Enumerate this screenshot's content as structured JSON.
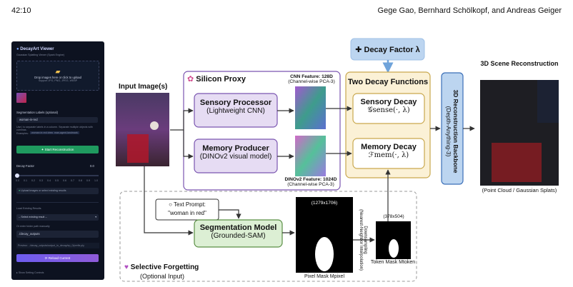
{
  "header": {
    "page_number": "42:10",
    "authors": "Gege Gao, Bernhard Schölkopf, and Andreas Geiger"
  },
  "app": {
    "title": "DecayArt Viewer",
    "subtitle": "Gaussian Splatting Viewer (Spark Engine)",
    "upload_text": "Drop images here or click to upload",
    "upload_formats": "Support JPG, PNG, JPEG, WEBP",
    "seg_label": "Segmentation Labels (optional)",
    "seg_value": "woman-in-red",
    "seg_help": "Use | to separate labels in a column. Separate multiple objects with commas.",
    "examples_label": "Examples:",
    "example_1": "woman in red dress",
    "example_2": "man,agent,landmark",
    "start_button": "Start Reconstruction",
    "decay_label": "Decay Factor",
    "decay_value": "0.0",
    "decay_fraction": 0.0,
    "ticks": [
      "0.0",
      "0.1",
      "0.2",
      "0.3",
      "0.4",
      "0.5",
      "0.6",
      "0.7",
      "0.8",
      "0.9",
      "1.0"
    ],
    "status": "Upload images or select existing results",
    "load_label": "Load Existing Results",
    "select_value": "-- Select existing result --",
    "folder_label": "Or enter folder path manually",
    "folder_value": "./decay_outputs",
    "preview_text": "Preview: ../decay_outputs/output_in_decay/ep_0/prefix.ply",
    "reload_button": "Reload Current",
    "footer_link": "Show Setting Controls"
  },
  "diagram": {
    "input_title": "Input Image(s)",
    "silicon_title": "Silicon Proxy",
    "sensory_title": "Sensory Processor",
    "sensory_sub": "(Lightweight CNN)",
    "memory_title": "Memory Producer",
    "memory_sub": "(DINOv2 visual model)",
    "cnn_cap_1": "CNN Feature: 128D",
    "cnn_cap_2": "(Channel-wise PCA-3)",
    "dino_cap_1": "DINOv2 Feature: 1024D",
    "dino_cap_2": "(Channel-wise PCA-3)",
    "decay_factor": "Decay Factor λ",
    "two_decay_title": "Two Decay Functions",
    "sensory_decay": "Sensory Decay",
    "sensory_formula": "𝒢sense(·, λ)",
    "memory_decay": "Memory Decay",
    "memory_formula": "ℱmem(·, λ)",
    "backbone_1": "3D Reconstruction Backbone",
    "backbone_2": "(Depth-Anything-3)",
    "recon_title": "3D Scene Reconstruction",
    "recon_cap": "(Point Cloud / Gaussian Splats)",
    "text_prompt_1": "Text Prompt:",
    "text_prompt_2": "\"woman in red\"",
    "seg_title": "Segmentation Model",
    "seg_sub": "(Grounded-SAM)",
    "pixel_dims": "(1279x1706)",
    "pixel_cap": "Pixel Mask Mpixel",
    "downsample_1": "Downsampling",
    "downsample_2": "(Nearest-Neighbor Interpolation)",
    "token_dims": "(378x504)",
    "token_cap": "Token Mask Mtoken",
    "forgetting_title": "Selective Forgetting",
    "forgetting_sub": "(Optional Input)"
  },
  "colors": {
    "purple_fill": "#e6dcf3",
    "purple_border": "#7a55b0",
    "yellow_fill": "#fbf1d6",
    "yellow_border": "#c9a84e",
    "green_fill": "#dcefd4",
    "green_border": "#5a8f45",
    "blue_fill": "#bcd5f0",
    "blue_border": "#3b6fb8"
  }
}
